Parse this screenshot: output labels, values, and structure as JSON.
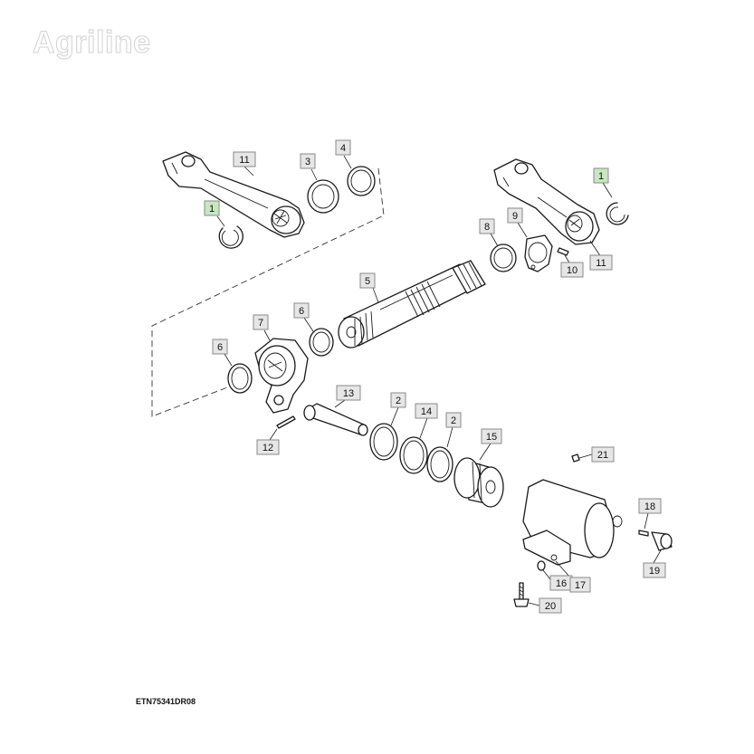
{
  "watermark": "Agriline",
  "diagram_code": "ETN75341DR08",
  "colors": {
    "highlight_fill": "#c8e6c0",
    "label_fill": "#e6e6e6",
    "label_border": "#8a8a8a",
    "ink": "#1a1a1a"
  },
  "callouts": [
    {
      "id": "c1a",
      "text": "1",
      "highlighted": true
    },
    {
      "id": "c11a",
      "text": "11",
      "highlighted": false
    },
    {
      "id": "c3",
      "text": "3",
      "highlighted": false
    },
    {
      "id": "c4",
      "text": "4",
      "highlighted": false
    },
    {
      "id": "c1b",
      "text": "1",
      "highlighted": true
    },
    {
      "id": "c9",
      "text": "9",
      "highlighted": false
    },
    {
      "id": "c8",
      "text": "8",
      "highlighted": false
    },
    {
      "id": "c10",
      "text": "10",
      "highlighted": false
    },
    {
      "id": "c11b",
      "text": "11",
      "highlighted": false
    },
    {
      "id": "c5",
      "text": "5",
      "highlighted": false
    },
    {
      "id": "c7",
      "text": "7",
      "highlighted": false
    },
    {
      "id": "c6a",
      "text": "6",
      "highlighted": false
    },
    {
      "id": "c6b",
      "text": "6",
      "highlighted": false
    },
    {
      "id": "c13",
      "text": "13",
      "highlighted": false
    },
    {
      "id": "c12",
      "text": "12",
      "highlighted": false
    },
    {
      "id": "c2a",
      "text": "2",
      "highlighted": false
    },
    {
      "id": "c14",
      "text": "14",
      "highlighted": false
    },
    {
      "id": "c2b",
      "text": "2",
      "highlighted": false
    },
    {
      "id": "c15",
      "text": "15",
      "highlighted": false
    },
    {
      "id": "c21",
      "text": "21",
      "highlighted": false
    },
    {
      "id": "c18",
      "text": "18",
      "highlighted": false
    },
    {
      "id": "c19",
      "text": "19",
      "highlighted": false
    },
    {
      "id": "c16",
      "text": "16",
      "highlighted": false
    },
    {
      "id": "c17",
      "text": "17",
      "highlighted": false
    },
    {
      "id": "c20",
      "text": "20",
      "highlighted": false
    }
  ]
}
